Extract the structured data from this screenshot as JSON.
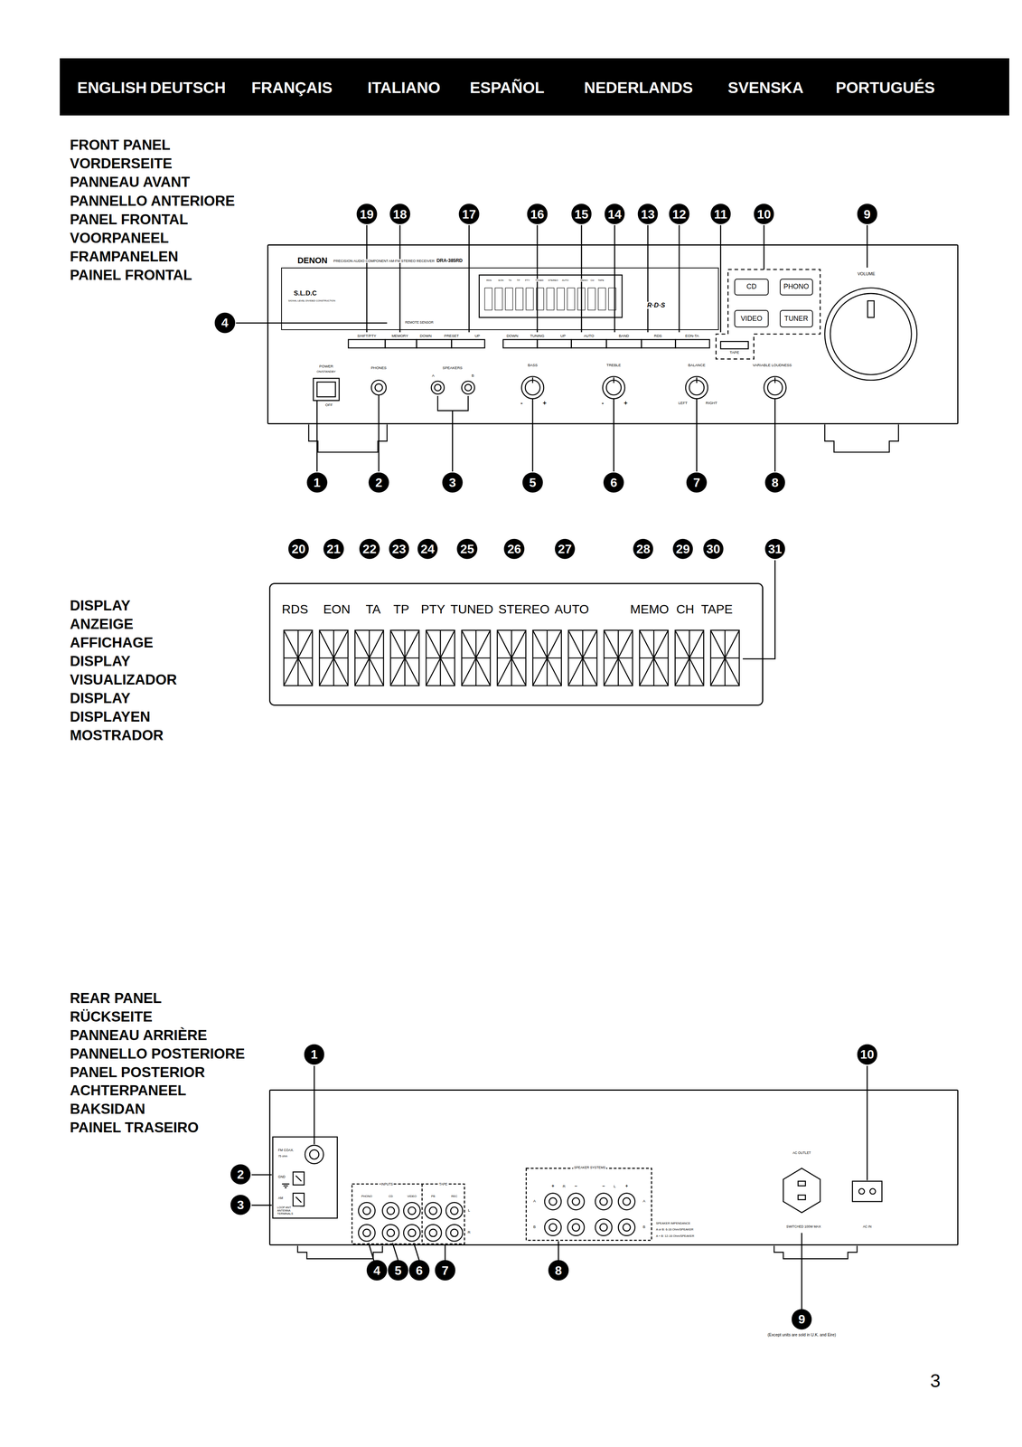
{
  "diagram": {
    "nodes": [
      {
        "text": [
          "ENGLISH",
          "DEUTSCH",
          "FRANÇAIS",
          "ITALIANO",
          "ESPAÑOL",
          "NEDERLANDS",
          "SVENSKA",
          "PORTUGUÉS"
        ]
      },
      {
        "text": [
          "DENON",
          "PRECISION AUDIO COMPONENT",
          "AM-FM STEREO RECEIVER",
          "DRA-385RD",
          "SHIFT/PTY",
          "MEMORY",
          "DOWN",
          "PRESET",
          "UP",
          "DOWN",
          "TUNING",
          "UP",
          "AUTO",
          "BAND",
          "RDS",
          "EON-TA",
          "TAPE",
          "POWER",
          "ON/STANDBY",
          "OFF",
          "PHONES",
          "SPEAKERS",
          "A",
          "B",
          "BASS",
          "-",
          "+",
          "TREBLE",
          "-",
          "+",
          "BALANCE",
          "LEFT",
          "RIGHT",
          "VARIABLE LOUDNESS",
          "VOLUME"
        ]
      },
      {
        "text": [
          "S.L.D.C",
          "SIGNAL LEVEL DIVIDED CONSTRUCTION",
          "REMOTE SENSOR",
          "RDS",
          "EON",
          "TA",
          "TP",
          "PTY",
          "TUNED",
          "STEREO",
          "AUTO",
          "MEMO",
          "CH",
          "TAPE",
          "R·D·S"
        ],
        "in": 1
      },
      {
        "text": [
          "CD"
        ],
        "in": 1
      },
      {
        "text": [
          "PHONO"
        ],
        "in": 1
      },
      {
        "text": [
          "VIDEO"
        ],
        "in": 1
      },
      {
        "text": [
          "TUNER"
        ],
        "in": 1
      },
      {
        "text": [
          "RDS",
          "EON",
          "TA",
          "TP",
          "PTY",
          "TUNED",
          "STEREO",
          "AUTO",
          "MEMO",
          "CH",
          "TAPE"
        ]
      },
      {
        "text": [
          "FM COAX.",
          "75 ohm",
          "GND",
          "AM",
          "LOOP ANT ANTENNA TERMINALS",
          "INPUTS",
          "PHONO",
          "CD",
          "VIDEO",
          "TAPE",
          "PB",
          "REC",
          "L",
          "R",
          "SPEAKER SYSTEMS",
          "+",
          "R",
          "−",
          "−",
          "L",
          "+",
          "A",
          "A",
          "B",
          "B",
          "SPEAKER IMPENDANCE",
          "A or B: 6-16 Ohm/SPEAKER",
          "A + B: 12-16 Ohm/SPEAKER",
          "AC OUTLET",
          "SWITCHED 100W MAX",
          "AC IN"
        ]
      }
    ],
    "labels": [
      "FRONT PANEL",
      "VORDERSEITE",
      "PANNEAU AVANT",
      "PANNELLO ANTERIORE",
      "PANEL FRONTAL",
      "VOORPANEEL",
      "FRAMPANELEN",
      "PAINEL FRONTAL",
      "DISPLAY",
      "ANZEIGE",
      "AFFICHAGE",
      "DISPLAY",
      "VISUALIZADOR",
      "DISPLAY",
      "DISPLAYEN",
      "MOSTRADOR",
      "REAR PANEL",
      "RÜCKSEITE",
      "PANNEAU ARRIÈRE",
      "PANNELLO POSTERIORE",
      "PANEL POSTERIOR",
      "ACHTERPANEEL",
      "BAKSIDAN",
      "PAINEL TRASEIRO",
      "19",
      "18",
      "17",
      "16",
      "15",
      "14",
      "13",
      "12",
      "11",
      "10",
      "9",
      "4",
      "1",
      "2",
      "3",
      "5",
      "6",
      "7",
      "8",
      "20",
      "21",
      "22",
      "23",
      "24",
      "25",
      "26",
      "27",
      "28",
      "29",
      "30",
      "31",
      "1",
      "10",
      "2",
      "3",
      "4",
      "5",
      "6",
      "7",
      "8",
      "9",
      "(Except units are sold in U.K. and Eire)",
      "3"
    ]
  }
}
